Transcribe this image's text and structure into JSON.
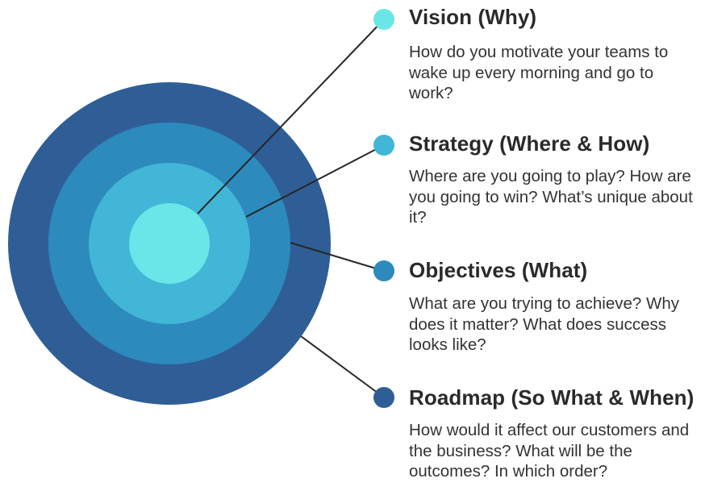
{
  "colors": {
    "ring_outer": "#2f5e96",
    "ring_2": "#2d8abd",
    "ring_3": "#41b6d6",
    "ring_core": "#6ae6e8",
    "connector": "#262626",
    "title_text": "#2a2a2a",
    "body_text": "#333333"
  },
  "items": [
    {
      "title": "Vision (Why)",
      "description": "How do you motivate your teams to wake up every morning and go to work?",
      "dot_color": "#6ae6e8"
    },
    {
      "title": "Strategy (Where & How)",
      "description": "Where are you going to play? How are you going to win? What’s unique about it?",
      "dot_color": "#41b6d6"
    },
    {
      "title": "Objectives (What)",
      "description": "What are you trying to achieve? Why does it matter? What does success looks like?",
      "dot_color": "#2d8abd"
    },
    {
      "title": "Roadmap (So What & When)",
      "description": "How would it affect our customers and the business? What will be the outcomes? In which order?",
      "dot_color": "#2f5e96"
    }
  ]
}
